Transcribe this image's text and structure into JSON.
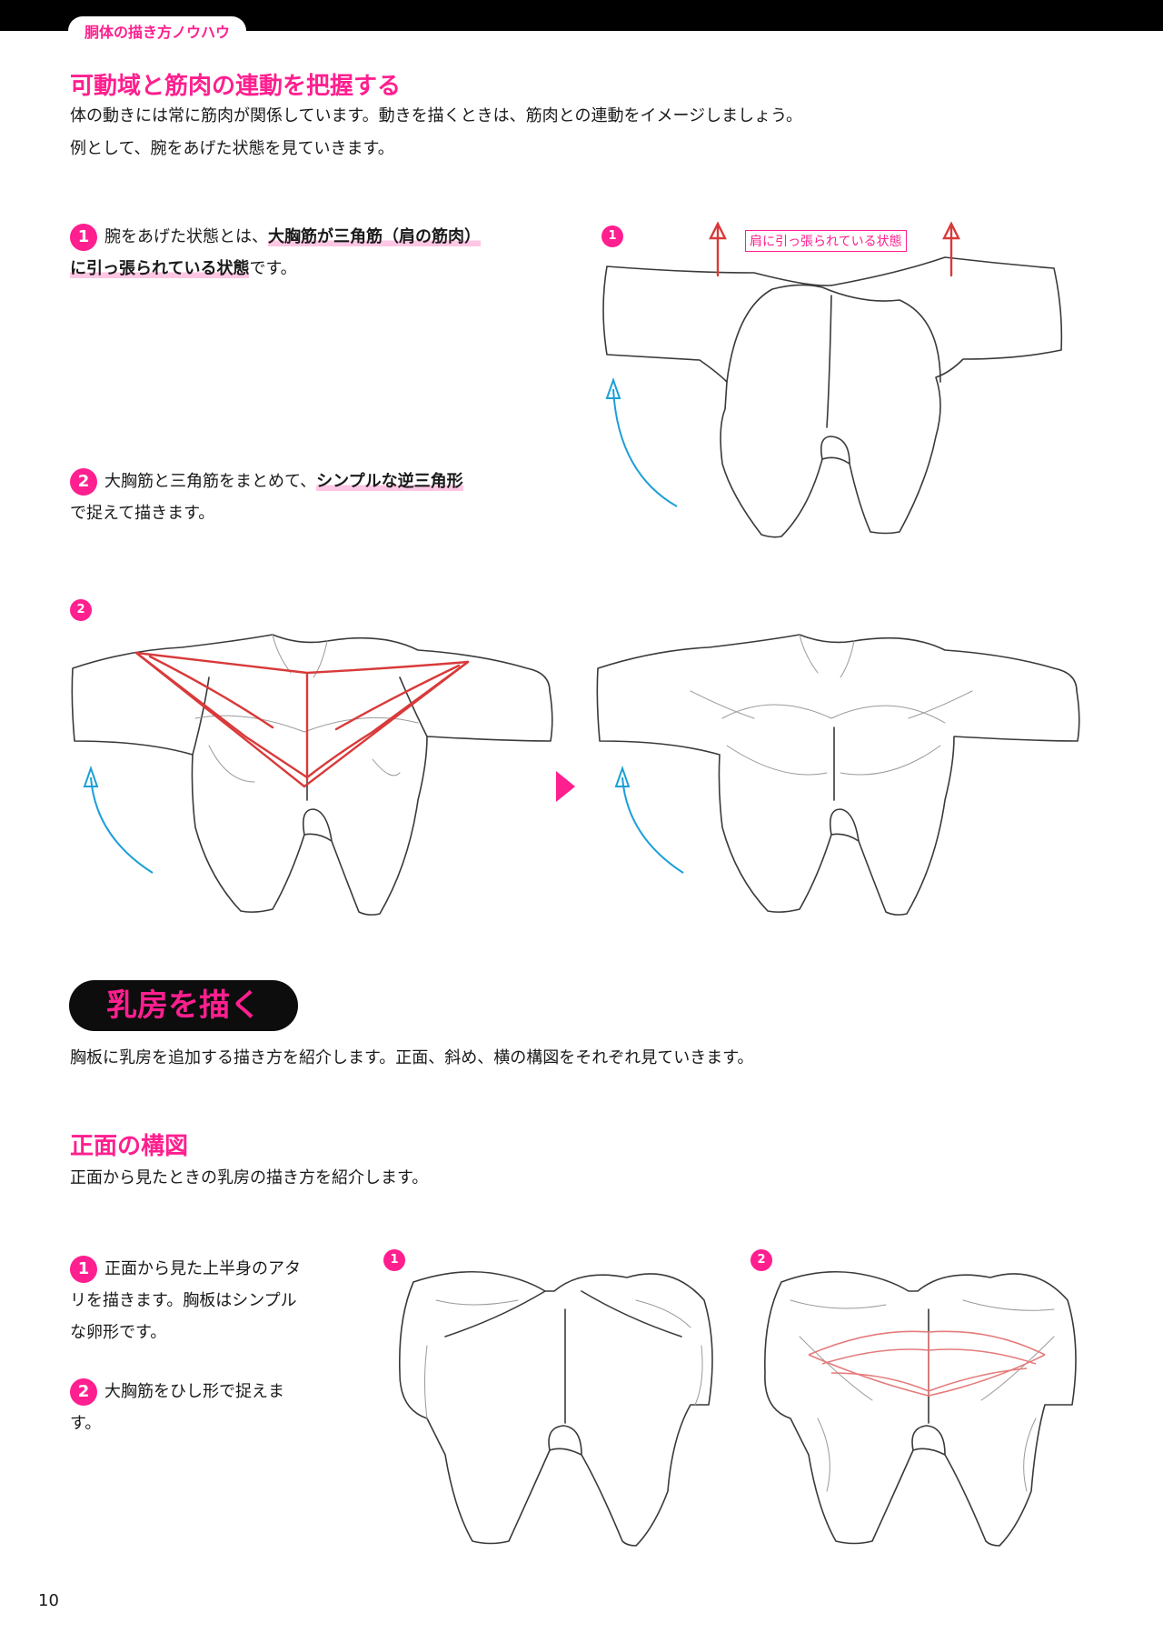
{
  "header": {
    "tab_label": "胴体の描き方ノウハウ"
  },
  "section1": {
    "heading": "可動域と筋肉の連動を把握する",
    "intro_line1": "体の動きには常に筋肉が関係しています。動きを描くときは、筋肉との連動をイメージしましょう。",
    "intro_line2": "例として、腕をあげた状態を見ていきます。",
    "step1": {
      "number": "1",
      "text_a": "腕をあげた状態とは、",
      "bold_a": "大胸筋が三角筋（肩の筋肉）",
      "bold_b": "に引っ張られている状態",
      "text_b": "です。"
    },
    "step2": {
      "number": "2",
      "text_a": "大胸筋と三角筋をまとめて、",
      "bold_a": "シンプルな逆三角形",
      "text_b": "で捉えて描きます。"
    },
    "figure1": {
      "badge": "1",
      "callout": "肩に引っ張られている状態"
    },
    "figure2": {
      "badge": "2"
    }
  },
  "section2": {
    "pill_title": "乳房を描く",
    "intro": "胸板に乳房を追加する描き方を紹介します。正面、斜め、横の構図をそれぞれ見ていきます。",
    "sub_heading": "正面の構図",
    "sub_intro": "正面から見たときの乳房の描き方を紹介します。",
    "step1": {
      "number": "1",
      "line1": "正面から見た上半身のアタ",
      "line2": "リを描きます。胸板はシンプル",
      "line3": "な卵形です。"
    },
    "step2": {
      "number": "2",
      "line1": "大胸筋をひし形で捉えま",
      "line2": "す。"
    },
    "figure3": {
      "badge": "1"
    },
    "figure4": {
      "badge": "2"
    }
  },
  "footer": {
    "page_number": "10"
  },
  "colors": {
    "accent": "#ff1f8f",
    "arrow_red": "#d83a3a",
    "motion_blue": "#1b9fd8",
    "pill_bg": "#0d0d0d"
  }
}
